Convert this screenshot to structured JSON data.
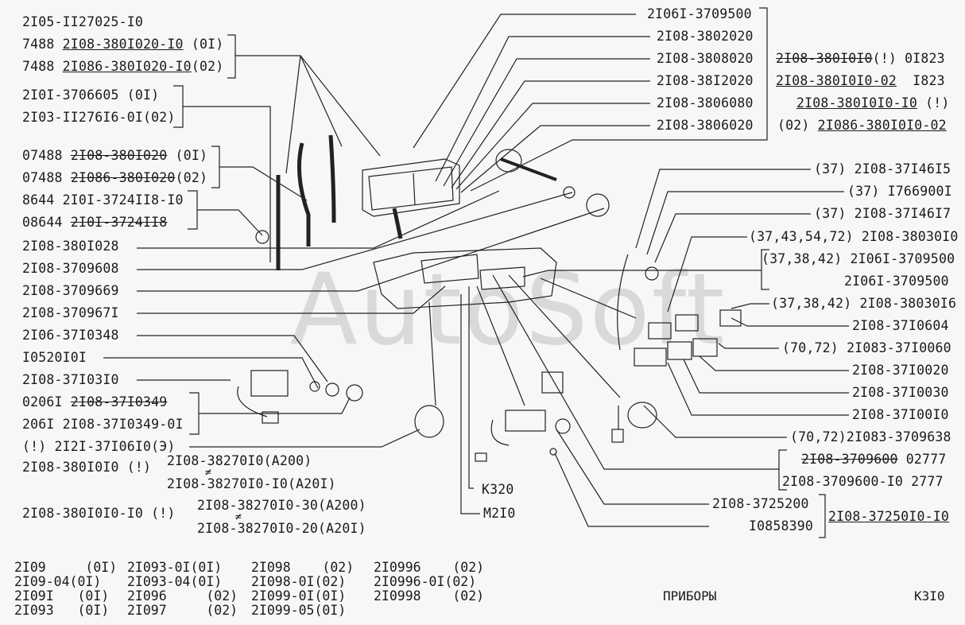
{
  "watermark": "AutoSoft",
  "left_labels": {
    "l1": "2I05-II27025-I0",
    "l2_prefix": "7488 ",
    "l2_part": "2I08-380I020-I0",
    "l2_suffix": " (0I)",
    "l3_prefix": "7488 ",
    "l3_part": "2I086-380I020-I0",
    "l3_suffix": "(02)",
    "l4": "2I0I-3706605 (0I)",
    "l5": "2I03-II276I6-0I(02)",
    "l6_prefix": "07488 ",
    "l6_part": "2I08-380I020",
    "l6_suffix": " (0I)",
    "l7_prefix": "07488 ",
    "l7_part": "2I086-380I020",
    "l7_suffix": "(02)",
    "l8": "8644 2I0I-3724II8-I0",
    "l9_prefix": "08644 ",
    "l9_part": "2I0I-3724II8",
    "l10": "2I08-380I028",
    "l11": "2I08-3709608",
    "l12": "2I08-3709669",
    "l13": "2I08-370967I",
    "l14": "2I06-37I0348",
    "l15": "I0520I0I",
    "l16": "2I08-37I03I0",
    "l17_prefix": "0206I ",
    "l17_part": "2I08-37I0349",
    "l18": "206I 2I08-37I0349-0I",
    "l19": "(!) 2I2I-37I06I0(Э)",
    "l20": "2I08-380I0I0 (!)",
    "l20a": "2I08-38270I0(A200)",
    "l20b": "2I08-38270I0-I0(A20I)",
    "l21": "2I08-380I0I0-I0 (!)",
    "l21a": "2I08-38270I0-30(A200)",
    "l21b": "2I08-38270I0-20(A20I)",
    "neq": "≠"
  },
  "top_right_labels": [
    "2I06I-3709500",
    "2I08-3802020",
    "2I08-3808020",
    "2I08-38I2020",
    "2I08-3806080",
    "2I08-3806020"
  ],
  "far_right_labels": {
    "r1_part": "2I08-380I0I0",
    "r1_suffix": "(!) 0I823",
    "r2_part": "2I08-380I0I0-02",
    "r2_suffix": "  I823",
    "r3_part": "2I08-380I0I0-I0",
    "r3_suffix": " (!)",
    "r4_prefix": "(02) ",
    "r4_part": "2I086-380I0I0-02"
  },
  "right_labels": [
    "(37) 2I08-37I46I5",
    "(37) I766900I",
    "(37) 2I08-37I46I7",
    "(37,43,54,72) 2I08-38030I0",
    "(37,38,42) 2I06I-3709500",
    "2I06I-3709500",
    "(37,38,42) 2I08-38030I6",
    "2I08-37I0604",
    "(70,72) 2I083-37I0060",
    "2I08-37I0020",
    "2I08-37I0030",
    "2I08-37I00I0",
    "(70,72)2I083-3709638"
  ],
  "bottom_right_labels": {
    "b1_part": "2I08-3709600",
    "b1_suffix": " 02777",
    "b2": "2I08-3709600-I0 2777",
    "b3": "2I08-3725200",
    "b4": "I0858390",
    "b5": "2I08-37250I0-I0"
  },
  "center_labels": {
    "c1": "K320",
    "c2": "M2I0"
  },
  "models": [
    [
      "2I09     (0I)",
      "2I093-0I(0I)",
      "2I098    (02)",
      "2I0996    (02)"
    ],
    [
      "2I09-04(0I)",
      "2I093-04(0I)",
      "2I098-0I(02)",
      "2I0996-0I(02)"
    ],
    [
      "2I09I   (0I)",
      "2I096     (02)",
      "2I099-0I(0I)",
      "2I0998    (02)"
    ],
    [
      "2I093   (0I)",
      "2I097     (02)",
      "2I099-05(0I)",
      ""
    ]
  ],
  "footer": {
    "section_title": "ПРИБОРЫ",
    "page_code": "К3I0"
  }
}
